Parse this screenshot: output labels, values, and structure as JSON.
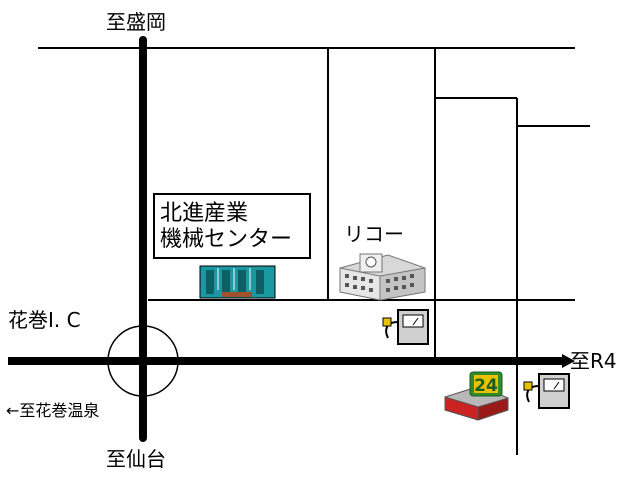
{
  "labels": {
    "north": "至盛岡",
    "south": "至仙台",
    "east": "至R4",
    "interchange": "花巻I. C",
    "onsen": "←至花巻温泉",
    "ricoh": "リコー"
  },
  "destination": {
    "line1": "北進産業",
    "line2": "機械センター"
  },
  "badges": {
    "convenience_store": "24"
  },
  "colors": {
    "road_main": "#000000",
    "building_teal": "#1a9aa0",
    "building_brown": "#a0522d",
    "store_red": "#cc2222",
    "store_green": "#2e8b2e",
    "store_yellow": "#e8c200",
    "gas_gray": "#d0d0d0"
  },
  "icons": [
    "gas-station-icon",
    "office-building-icon",
    "company-building-icon",
    "convenience-store-icon"
  ]
}
